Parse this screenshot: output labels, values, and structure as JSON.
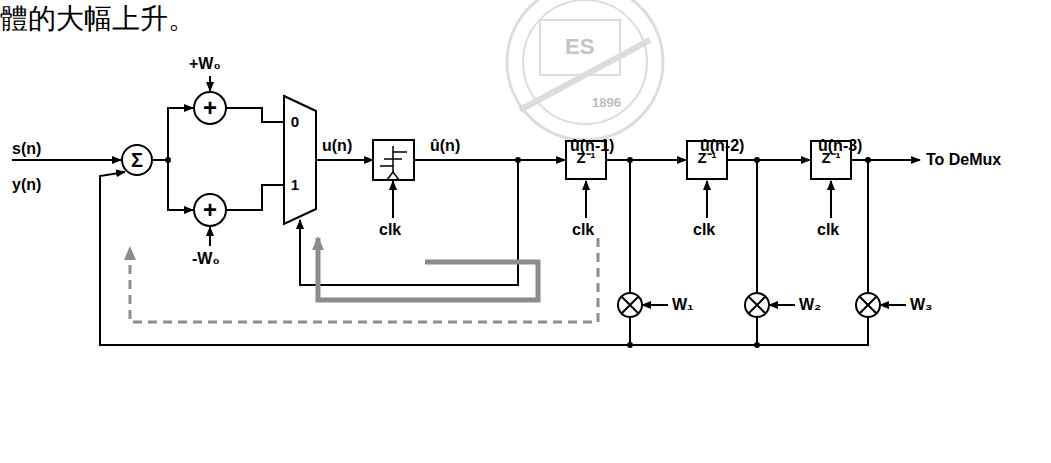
{
  "diagram": {
    "nodes": [
      {
        "text": [
          "Σ"
        ]
      },
      {
        "text": [
          "+"
        ]
      },
      {
        "text": [
          "+"
        ]
      },
      {
        "text": [
          "0",
          "1"
        ]
      },
      {
        "text": [
          "Z⁻¹"
        ]
      },
      {
        "text": [
          "Z⁻¹"
        ]
      },
      {
        "text": [
          "Z⁻¹"
        ]
      }
    ],
    "edges": [
      {
        "from": 0,
        "to": 1,
        "arrow": "to"
      },
      {
        "from": 0,
        "to": 2,
        "arrow": "to"
      },
      {
        "from": 1,
        "to": 3,
        "arrow": "none"
      },
      {
        "from": 2,
        "to": 3,
        "arrow": "none"
      },
      {
        "from": 4,
        "to": 5,
        "arrow": "to"
      },
      {
        "from": 5,
        "to": 6,
        "arrow": "to"
      }
    ],
    "labels": [
      "體的大幅上升。",
      "1896",
      "ES",
      "+W₀",
      "-W₀",
      "s(n)",
      "y(n)",
      "u(n)",
      "û(n)",
      "û(n-1)",
      "û(n-2)",
      "û(n-3)",
      "To DeMux",
      "clk",
      "clk",
      "clk",
      "clk",
      "W₁",
      "W₂",
      "W₃"
    ]
  }
}
